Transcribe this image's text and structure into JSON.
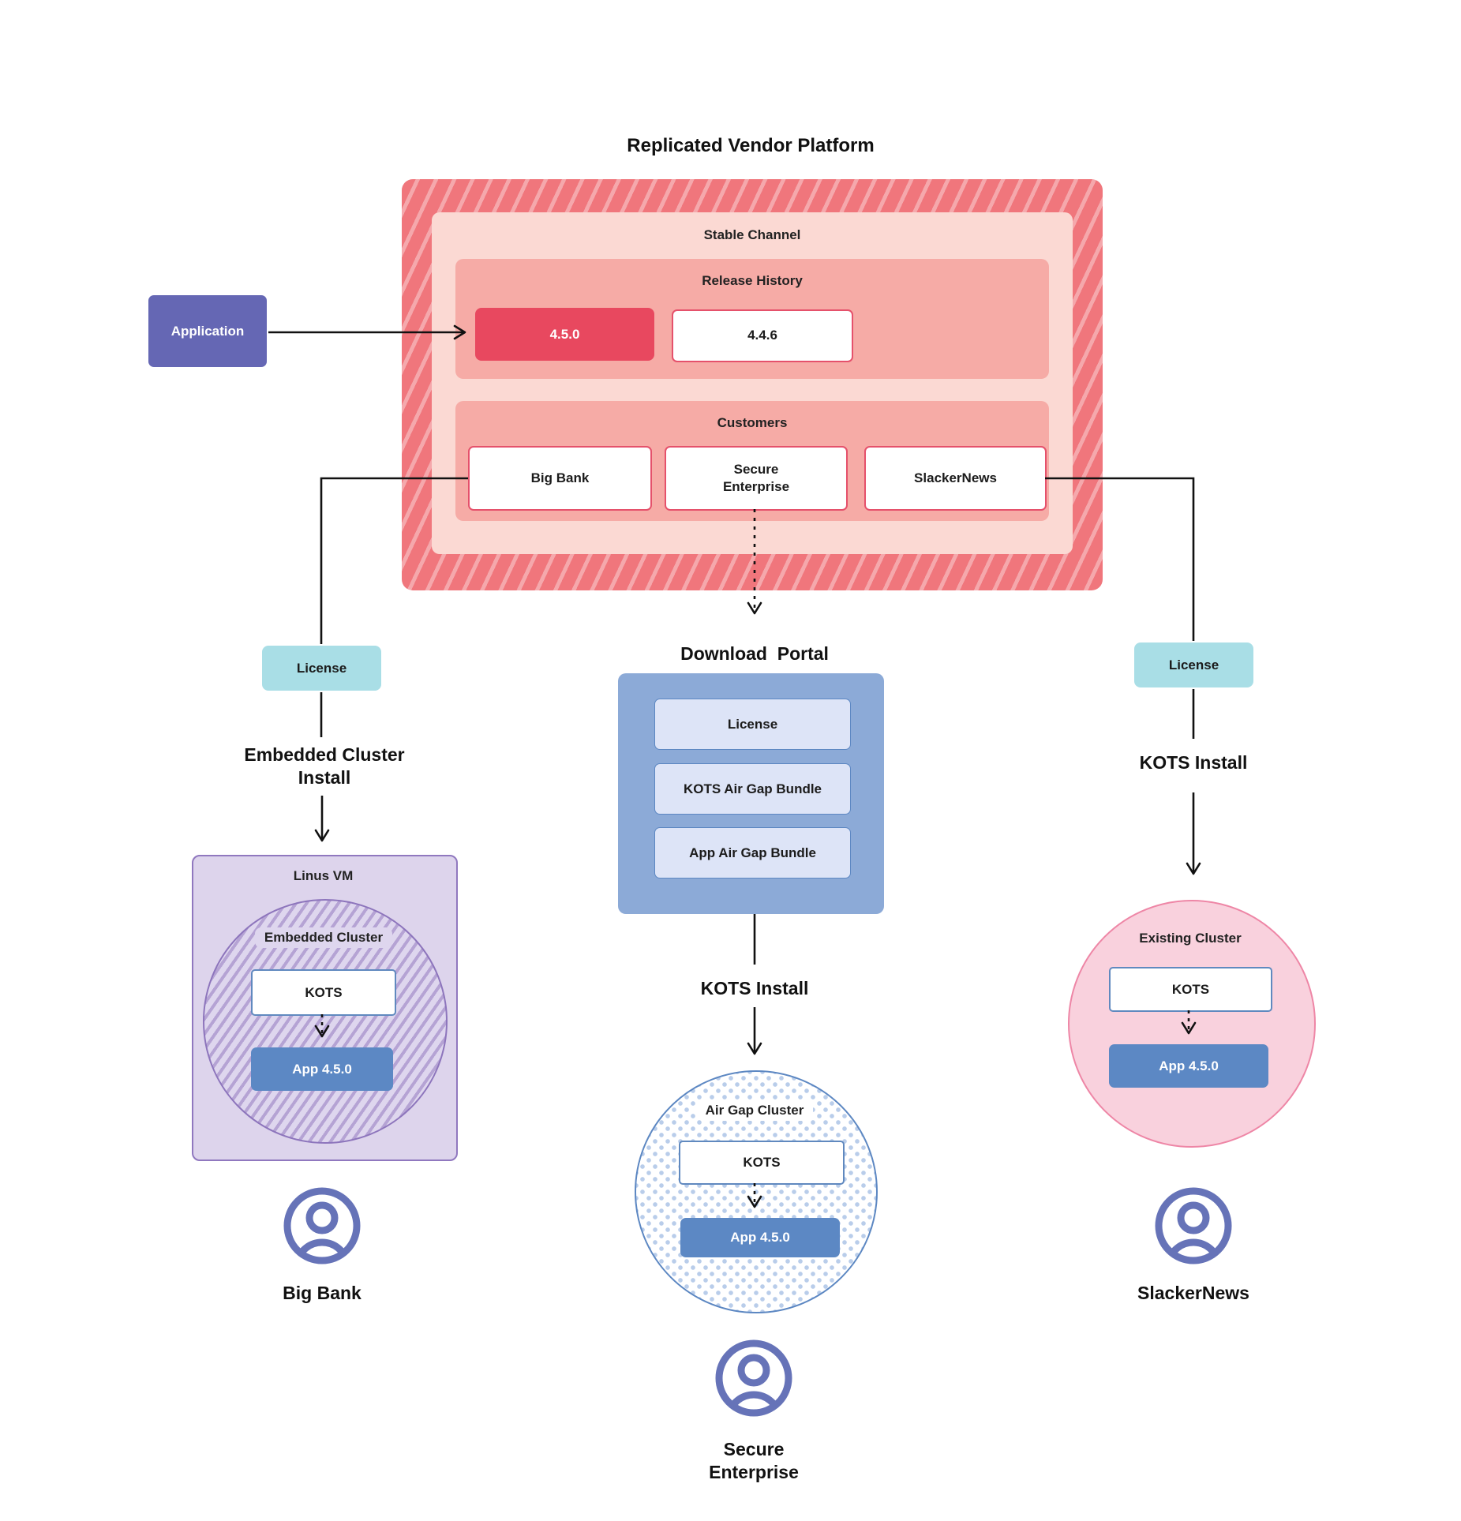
{
  "title": "Replicated Vendor Platform",
  "platform": {
    "stable_channel_label": "Stable Channel",
    "release_history_label": "Release History",
    "releases": [
      {
        "version": "4.5.0",
        "current": true
      },
      {
        "version": "4.4.6",
        "current": false
      }
    ],
    "customers_label": "Customers",
    "customers": [
      "Big Bank",
      "Secure\nEnterprise",
      "SlackerNews"
    ]
  },
  "application_label": "Application",
  "left": {
    "license_label": "License",
    "install_label": "Embedded Cluster\nInstall",
    "vm_label": "Linus VM",
    "cluster_label": "Embedded Cluster",
    "kots_label": "KOTS",
    "app_label": "App 4.5.0",
    "persona": "Big Bank"
  },
  "middle": {
    "portal_label": "Download  Portal",
    "portal_items": [
      "License",
      "KOTS Air Gap Bundle",
      "App Air Gap Bundle"
    ],
    "install_label": "KOTS Install",
    "cluster_label": "Air Gap Cluster",
    "kots_label": "KOTS",
    "app_label": "App 4.5.0",
    "persona": "Secure\nEnterprise"
  },
  "right": {
    "license_label": "License",
    "install_label": "KOTS Install",
    "cluster_label": "Existing Cluster",
    "kots_label": "KOTS",
    "app_label": "App 4.5.0",
    "persona": "SlackerNews"
  },
  "colors": {
    "hatch_base": "#f0767c",
    "hatch_stripe": "#f5a8ac",
    "channel_bg": "#fbd9d3",
    "section_bg": "#f6aba6",
    "release_current": "#e8485f",
    "red_border": "#e5516b",
    "application_purple": "#6567b4",
    "license_teal": "#a9dee6",
    "portal_blue": "#8caad7",
    "bundle_fill": "#dde4f7",
    "bundle_border": "#5c87c2",
    "vm_fill": "#ddd4ec",
    "vm_border": "#9078bf",
    "cluster_hatch": "#b5a3d4",
    "app_blue": "#5c88c4",
    "existing_fill": "#f9d1dd",
    "existing_border": "#ee86a6",
    "persona_icon": "#6673b8",
    "wire": "#111111"
  }
}
